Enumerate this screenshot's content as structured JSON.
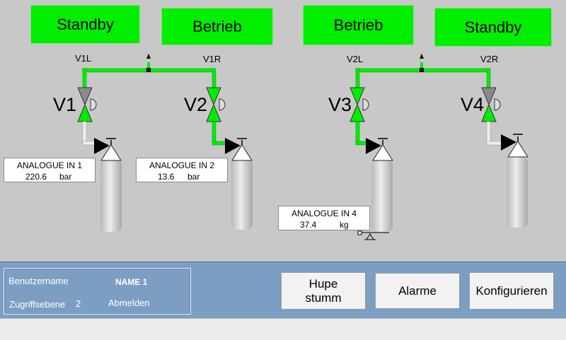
{
  "status_boxes": [
    "Standby",
    "Betrieb",
    "Betrieb",
    "Standby"
  ],
  "valves": {
    "labels": [
      "V1L",
      "V1R",
      "V2L",
      "V2R"
    ],
    "names": [
      "V1",
      "V2",
      "V3",
      "V4"
    ]
  },
  "analog_inputs": [
    {
      "title": "ANALOGUE  IN 1",
      "value": "220.6",
      "unit": "bar"
    },
    {
      "title": "ANALOGUE  IN 2",
      "value": "13.6",
      "unit": "bar"
    },
    {
      "title": "ANALOGUE IN 4",
      "value": "37.4",
      "unit": "kg"
    }
  ],
  "footer": {
    "username_label": "Benutzername",
    "username_value": "NAME 1",
    "access_label": "Zugriffsebene",
    "access_value": "2",
    "logout": "Abmelden",
    "buttons": {
      "horn_line1": "Hupe",
      "horn_line2": "stumm",
      "alarms": "Alarme",
      "configure": "Konfigurieren"
    }
  },
  "colors": {
    "active_line": "#00ee00",
    "inactive_line": "#ffffff",
    "status_green": "#00ee00",
    "footer_blue": "#7d9ec3"
  }
}
